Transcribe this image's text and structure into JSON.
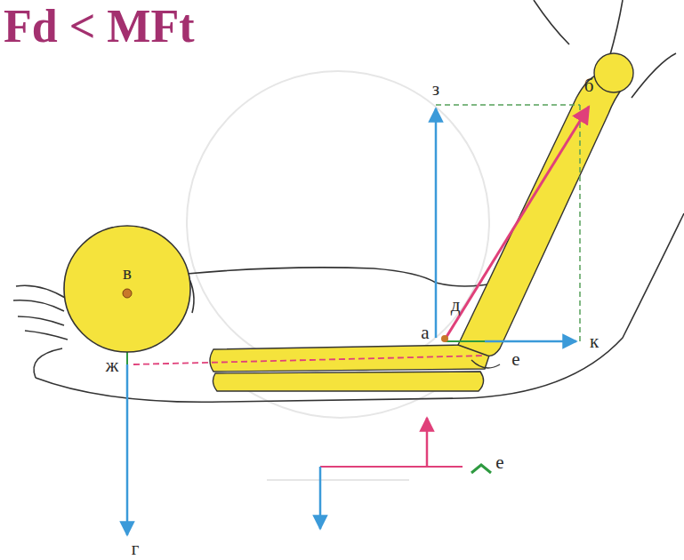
{
  "diagram": {
    "title": "Fd < MFt",
    "nodes": [
      {
        "text": [
          "в"
        ]
      }
    ],
    "labels": [
      "з",
      "б",
      "д",
      "а",
      "к",
      "е",
      "ж",
      "г",
      "е"
    ]
  }
}
